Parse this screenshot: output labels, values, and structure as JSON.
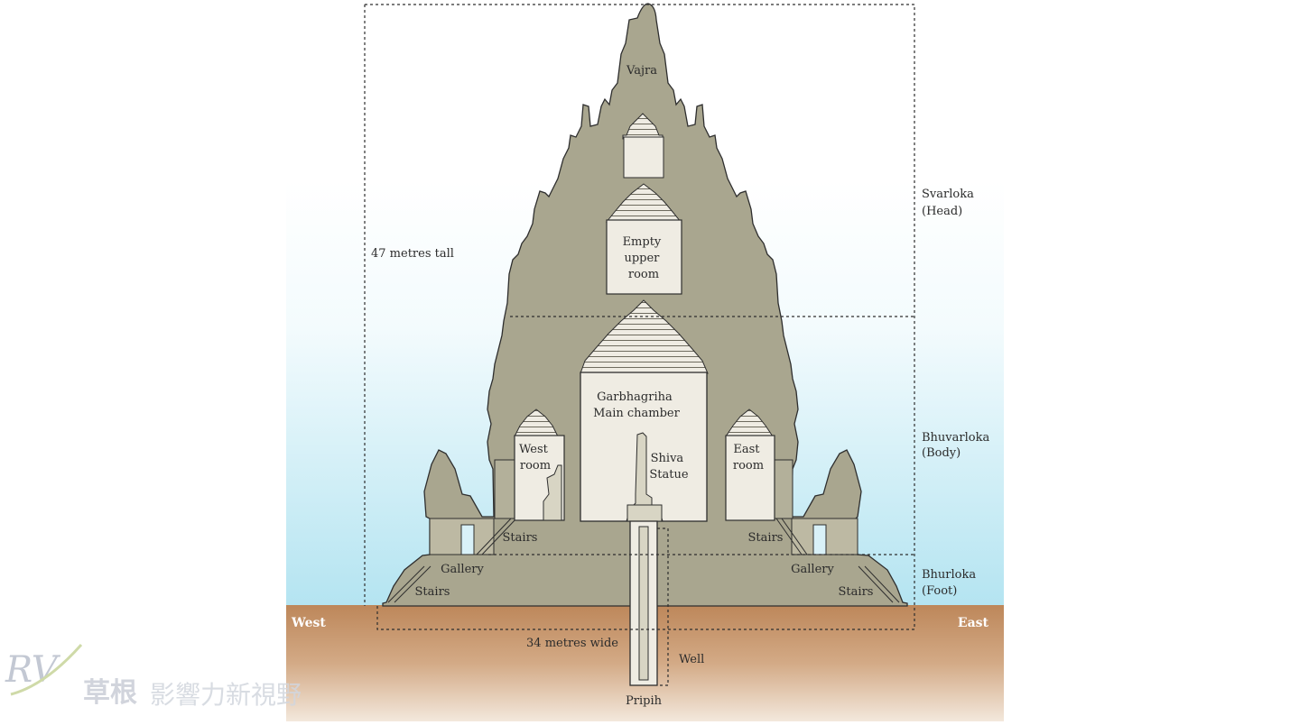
{
  "labels": {
    "vajra": "Vajra",
    "empty_upper_room": [
      "Empty",
      "upper",
      "room"
    ],
    "garbhagriha": [
      "Garbhagriha",
      "Main chamber"
    ],
    "shiva_statue": [
      "Shiva",
      "Statue"
    ],
    "west_room": [
      "West",
      "room"
    ],
    "east_room": [
      "East",
      "room"
    ],
    "stairs_upper_left": "Stairs",
    "stairs_upper_right": "Stairs",
    "gallery_left": "Gallery",
    "gallery_right": "Gallery",
    "stairs_lower_left": "Stairs",
    "stairs_lower_right": "Stairs",
    "height": "47 metres tall",
    "width": "34 metres wide",
    "well": "Well",
    "pripih": "Pripih",
    "west": "West",
    "east": "East"
  },
  "levels": {
    "svarloka": [
      "Svarloka",
      "(Head)"
    ],
    "bhuvarloka": [
      "Bhuvarloka",
      "(Body)"
    ],
    "bhurloka": [
      "Bhurloka",
      "(Foot)"
    ]
  },
  "watermark": {
    "logo": "RV",
    "text_main": "草根",
    "text_sub": "影響力新視野"
  },
  "colors": {
    "stone": "#a9a68f",
    "stone_light": "#d8d5c4",
    "room": "#efece3",
    "sky_top": "#ffffff",
    "sky_bottom": "#b8e6f2",
    "ground_top": "#c08a5c",
    "ground_bottom": "#ead9c6",
    "outline": "#2e2e2e"
  }
}
